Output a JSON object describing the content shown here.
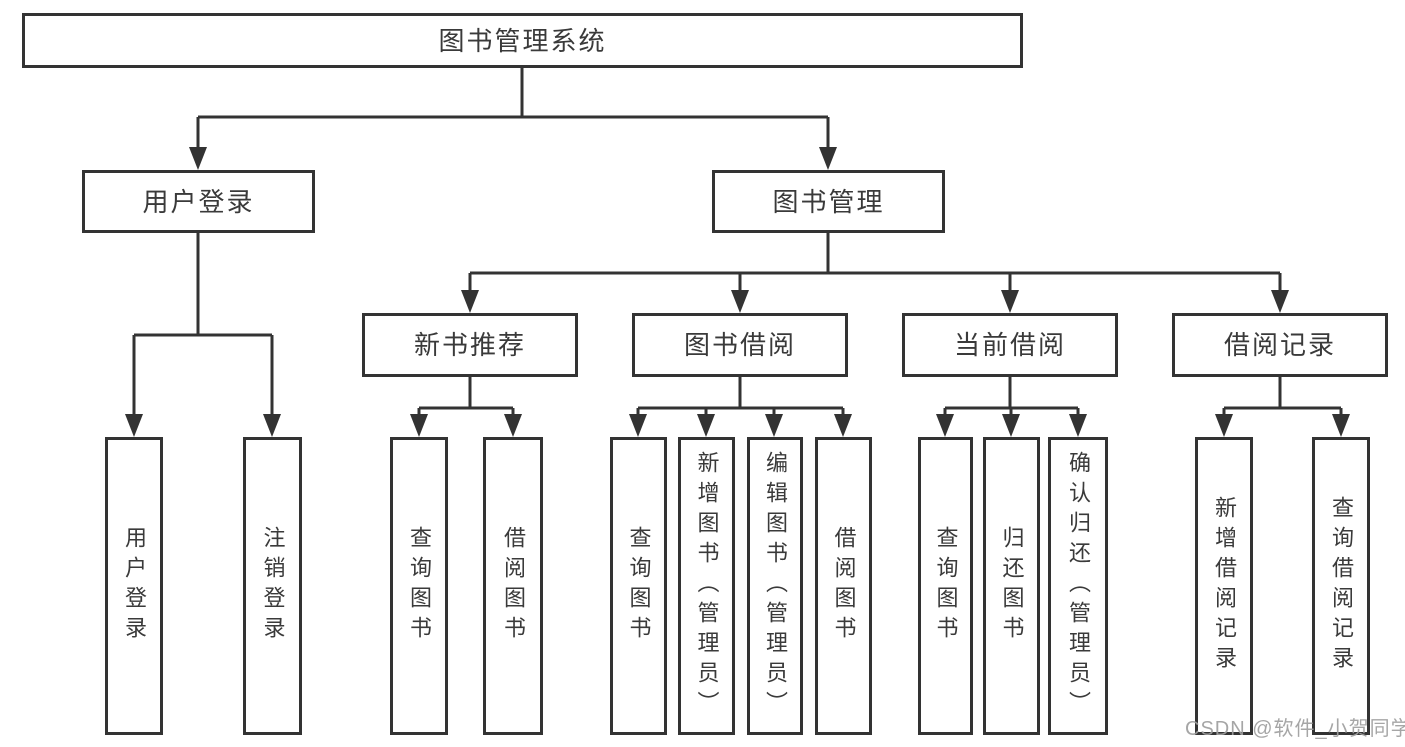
{
  "diagram": {
    "title": "图书管理系统",
    "nodes": [
      {
        "id": "root",
        "label": "图书管理系统",
        "level": 1,
        "parent": null,
        "orientation": "horizontal"
      },
      {
        "id": "user-login",
        "label": "用户登录",
        "level": 2,
        "parent": "root",
        "orientation": "horizontal"
      },
      {
        "id": "book-mgmt",
        "label": "图书管理",
        "level": 2,
        "parent": "root",
        "orientation": "horizontal"
      },
      {
        "id": "new-books",
        "label": "新书推荐",
        "level": 3,
        "parent": "book-mgmt",
        "orientation": "horizontal"
      },
      {
        "id": "book-borrow",
        "label": "图书借阅",
        "level": 3,
        "parent": "book-mgmt",
        "orientation": "horizontal"
      },
      {
        "id": "current-borrow",
        "label": "当前借阅",
        "level": 3,
        "parent": "book-mgmt",
        "orientation": "horizontal"
      },
      {
        "id": "borrow-records",
        "label": "借阅记录",
        "level": 3,
        "parent": "book-mgmt",
        "orientation": "horizontal"
      },
      {
        "id": "login",
        "label": "用户登录",
        "level": 4,
        "parent": "user-login",
        "orientation": "vertical"
      },
      {
        "id": "logout",
        "label": "注销登录",
        "level": 4,
        "parent": "user-login",
        "orientation": "vertical"
      },
      {
        "id": "nb-query",
        "label": "查询图书",
        "level": 4,
        "parent": "new-books",
        "orientation": "vertical"
      },
      {
        "id": "nb-borrow",
        "label": "借阅图书",
        "level": 4,
        "parent": "new-books",
        "orientation": "vertical"
      },
      {
        "id": "bb-query",
        "label": "查询图书",
        "level": 4,
        "parent": "book-borrow",
        "orientation": "vertical"
      },
      {
        "id": "bb-add",
        "label": "新增图书（管理员）",
        "level": 4,
        "parent": "book-borrow",
        "orientation": "vertical"
      },
      {
        "id": "bb-edit",
        "label": "编辑图书（管理员）",
        "level": 4,
        "parent": "book-borrow",
        "orientation": "vertical"
      },
      {
        "id": "bb-borrow",
        "label": "借阅图书",
        "level": 4,
        "parent": "book-borrow",
        "orientation": "vertical"
      },
      {
        "id": "cb-query",
        "label": "查询图书",
        "level": 4,
        "parent": "current-borrow",
        "orientation": "vertical"
      },
      {
        "id": "cb-return",
        "label": "归还图书",
        "level": 4,
        "parent": "current-borrow",
        "orientation": "vertical"
      },
      {
        "id": "cb-confirm",
        "label": "确认归还（管理员）",
        "level": 4,
        "parent": "current-borrow",
        "orientation": "vertical"
      },
      {
        "id": "br-add",
        "label": "新增借阅记录",
        "level": 4,
        "parent": "borrow-records",
        "orientation": "vertical"
      },
      {
        "id": "br-query",
        "label": "查询借阅记录",
        "level": 4,
        "parent": "borrow-records",
        "orientation": "vertical"
      }
    ]
  },
  "watermark": {
    "text": "CSDN @软件_小贺同学"
  },
  "colors": {
    "line": "#333333",
    "text": "#3a3a3a",
    "background": "#ffffff",
    "watermark": "#9e9e9e"
  }
}
